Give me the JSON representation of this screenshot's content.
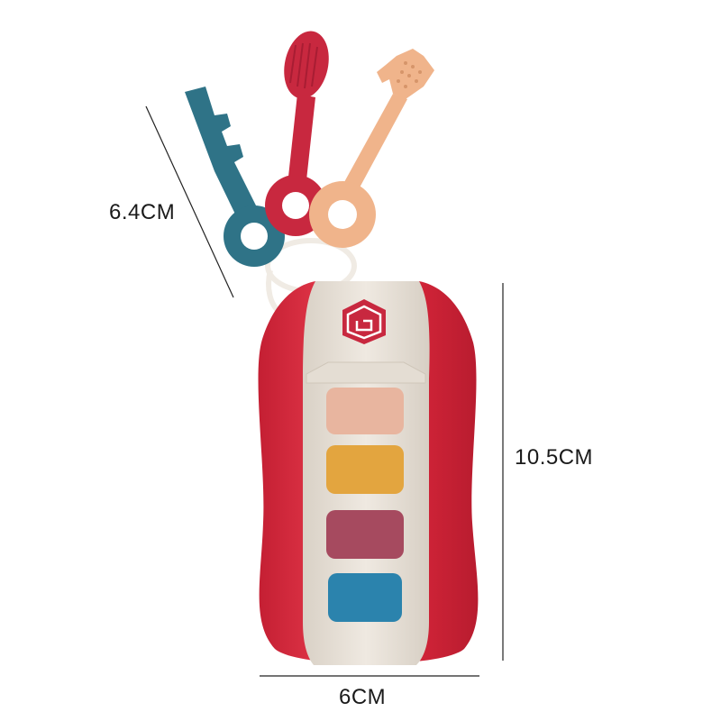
{
  "dimensions": {
    "keys_length": "6.4CM",
    "remote_height": "10.5CM",
    "remote_width": "6CM"
  },
  "colors": {
    "body_red": "#d8263a",
    "panel_cream": "#e8e1d7",
    "key_blue": "#2f7387",
    "key_red": "#c8283f",
    "key_peach": "#f0b48b",
    "button_1": "#e8b59f",
    "button_2": "#e3a53f",
    "button_3": "#a64a5f",
    "button_4": "#2b83ad"
  }
}
